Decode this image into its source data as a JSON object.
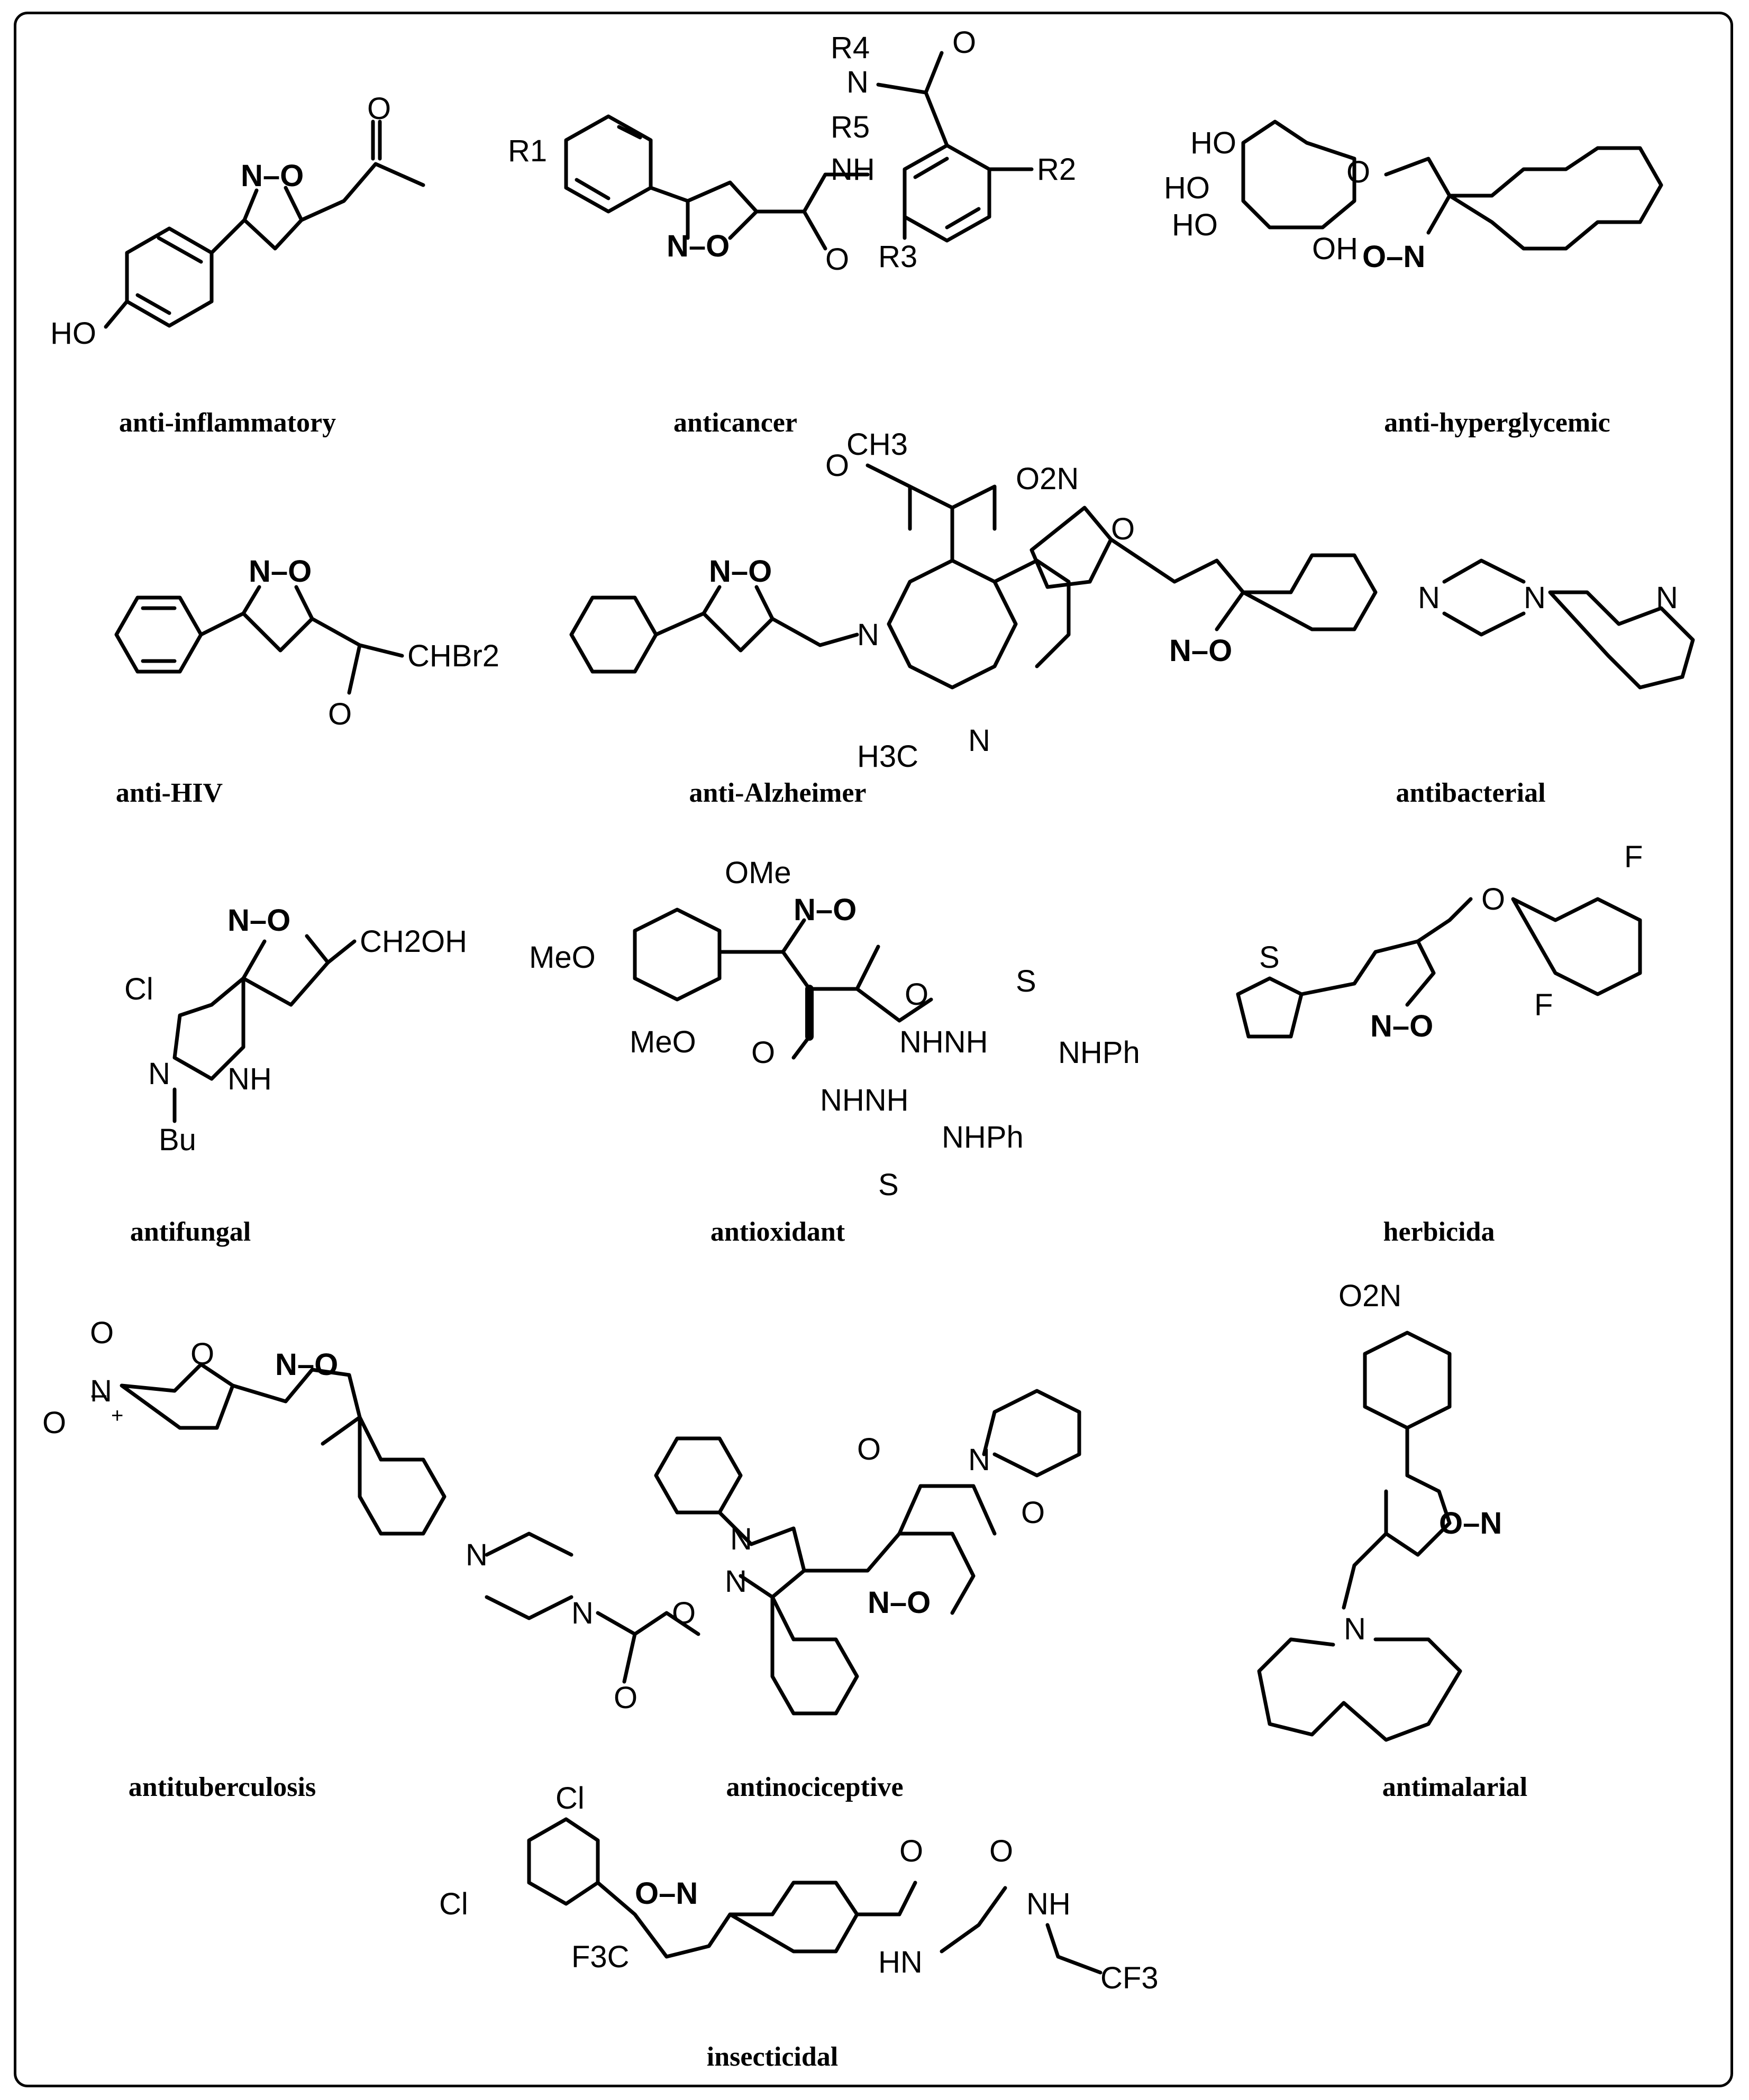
{
  "captions": {
    "c1": "anti-inflammatory",
    "c2": "anticancer",
    "c3": "anti-hyperglycemic",
    "c4": "anti-HIV",
    "c5": "anti-Alzheimer",
    "c6": "antibacterial",
    "c7": "antifungal",
    "c8": "antioxidant",
    "c9": "herbicida",
    "c10": "antituberculosis",
    "c11": "antinociceptive",
    "c12": "antimalarial",
    "c13": "insecticidal"
  },
  "labels": {
    "isox_no": "N–O",
    "isox_on": "O–N",
    "N": "N",
    "O": "O",
    "HO": "HO",
    "OH": "OH",
    "NH": "NH",
    "HN": "HN",
    "Cl": "Cl",
    "F": "F",
    "S": "S",
    "Bu": "Bu",
    "OMe": "OMe",
    "MeO": "MeO",
    "NHNH": "NHNH",
    "NHPh": "NHPh",
    "R1": "R1",
    "R2": "R2",
    "R3": "R3",
    "R4": "R4",
    "R5": "R5",
    "CH3": "CH3",
    "H3C": "H3C",
    "CHBr2": "CHBr2",
    "CH2OH": "CH2OH",
    "O2N": "O2N",
    "CF3": "CF3",
    "F3C": "F3C",
    "minus": "−",
    "plus": "+"
  }
}
